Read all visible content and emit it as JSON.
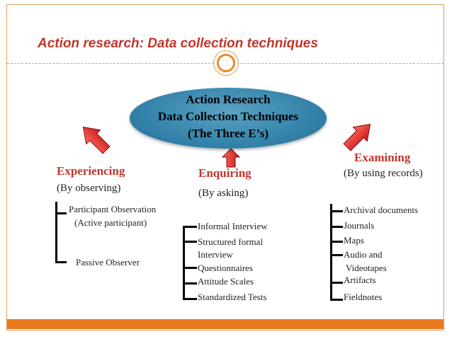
{
  "slide": {
    "title": "Action research: Data collection techniques",
    "accent_color": "#c0362c",
    "border_color": "#d7a15e",
    "bar_color": "#e8791e"
  },
  "center": {
    "line1": "Action Research",
    "line2": "Data Collection Techniques",
    "line3": "(The Three E’s)"
  },
  "branches": {
    "experiencing": {
      "title": "Experiencing",
      "subtitle": "(By observing)",
      "items": [
        "Participant Observation",
        "(Active participant)",
        "Passive Observer"
      ]
    },
    "enquiring": {
      "title": "Enquiring",
      "subtitle": "(By asking)",
      "items": [
        "Informal Interview",
        "Structured formal",
        "Interview",
        "Questionnaires",
        "Attitude Scales",
        "Standardized Tests"
      ]
    },
    "examining": {
      "title": "Examining",
      "subtitle": "(By using records)",
      "items": [
        "Archival documents",
        "Journals",
        "Maps",
        "Audio and",
        "Videotapes",
        "Artifacts",
        "Fieldnotes"
      ]
    }
  }
}
